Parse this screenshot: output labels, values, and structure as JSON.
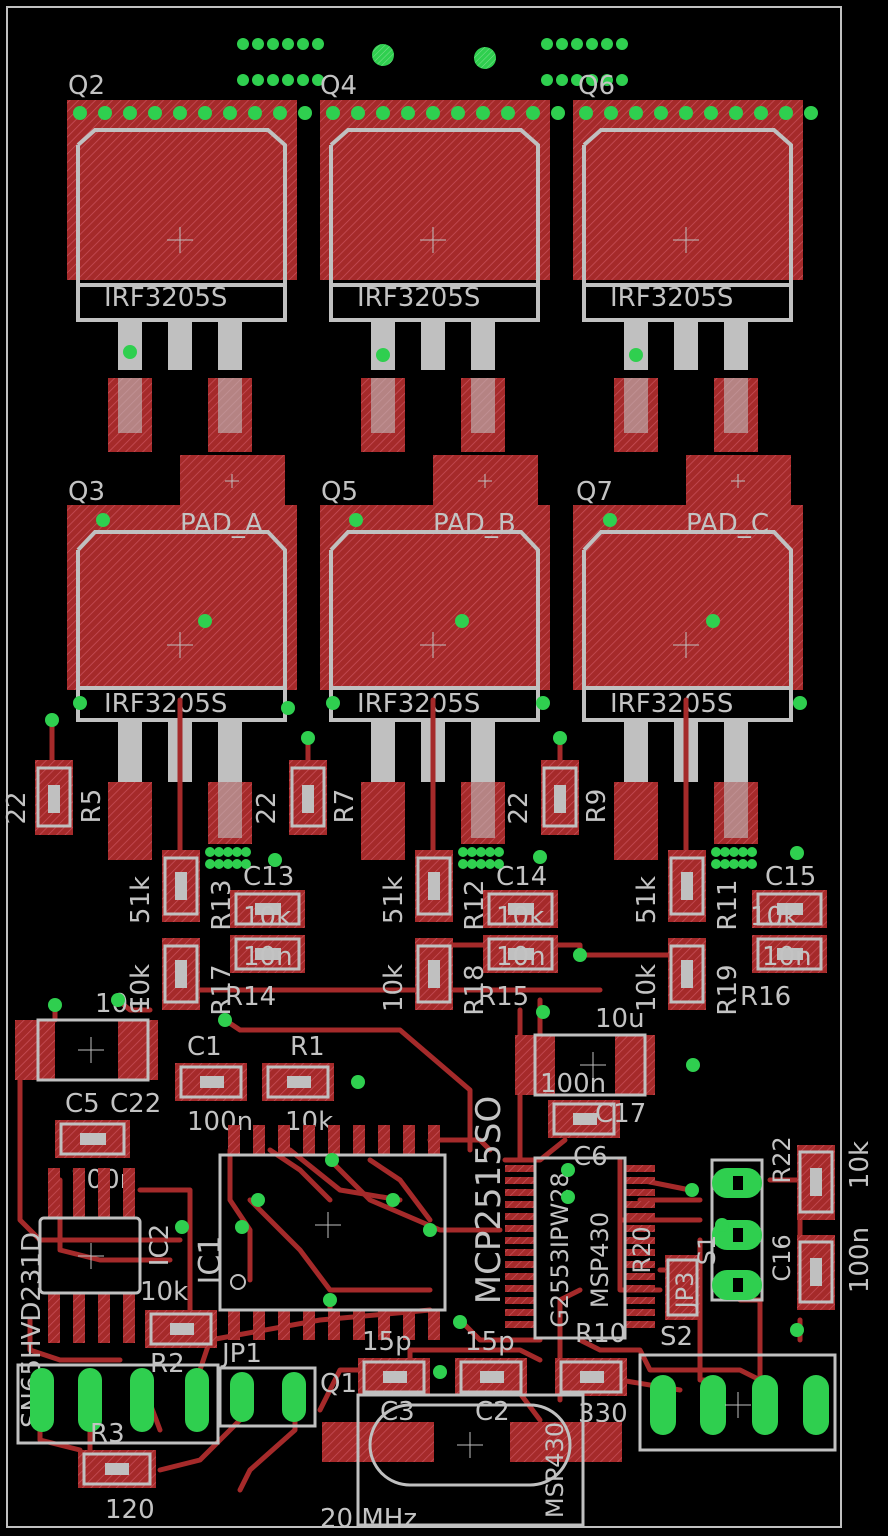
{
  "colors": {
    "background": "#000000",
    "copper": "#a52a2a",
    "copper_hatch": "#c8505a",
    "silkscreen": "#c3c3c3",
    "via": "#2fcf4f"
  },
  "components": {
    "mosfets_top": [
      {
        "ref": "Q2",
        "value": "IRF3205S"
      },
      {
        "ref": "Q4",
        "value": "IRF3205S"
      },
      {
        "ref": "Q6",
        "value": "IRF3205S"
      }
    ],
    "mosfets_bottom": [
      {
        "ref": "Q3",
        "value": "IRF3205S",
        "pad": "PAD_A"
      },
      {
        "ref": "Q5",
        "value": "IRF3205S",
        "pad": "PAD_B"
      },
      {
        "ref": "Q7",
        "value": "IRF3205S",
        "pad": "PAD_C"
      }
    ],
    "gate_resistors": [
      {
        "ref": "R5",
        "value": "22"
      },
      {
        "ref": "R7",
        "value": "22"
      },
      {
        "ref": "R9",
        "value": "22"
      }
    ],
    "divider_top": [
      {
        "ref": "R13",
        "value": "51k"
      },
      {
        "ref": "R12",
        "value": "51k"
      },
      {
        "ref": "R11",
        "value": "51k"
      }
    ],
    "divider_caps": [
      {
        "ref": "C13",
        "value": "10n",
        "r_ref": "R14",
        "r_value": "10k"
      },
      {
        "ref": "C14",
        "value": "10n",
        "r_ref": "R15",
        "r_value": "10k"
      },
      {
        "ref": "C15",
        "value": "10n",
        "r_ref": "R16",
        "r_value": "10k"
      }
    ],
    "divider_bottom": [
      {
        "ref": "R17",
        "value": "10k"
      },
      {
        "ref": "R18",
        "value": "10k"
      },
      {
        "ref": "R19",
        "value": "10k"
      }
    ],
    "misc": {
      "c_left_value": "10u",
      "c_right_value": "10u",
      "c1_ref": "C1",
      "c1_value": "100n",
      "r1_ref": "R1",
      "r1_value": "10k",
      "c5_ref": "C5",
      "c22_ref": "C22",
      "c5_value": "100n",
      "ic_can": "MCP2515SO",
      "ic1_ref": "IC1",
      "ic2_ref": "IC2",
      "r2_ref": "R2",
      "r2_value": "10k",
      "driver": "SN65HVD231D",
      "jp1_ref": "JP1",
      "r3_ref": "R3",
      "r3_value": "120",
      "c17_ref": "C17",
      "c17_value": "100n",
      "c6_ref": "C6",
      "msp_pkg": "G2553IPW28",
      "msp": "MSP430",
      "r20_ref": "R20",
      "jp3_ref": "JP3",
      "r10_ref": "R10",
      "r10_value": "330",
      "c3_ref": "C3",
      "c3_value": "15p",
      "c2_ref": "C2",
      "c2_value": "15p",
      "q1_ref": "Q1",
      "crystal": "20 MHz",
      "msp_bottom": "MSP430",
      "s1_ref": "S1",
      "s2_ref": "S2",
      "r22_ref": "R22",
      "r22_value": "10k",
      "c16_ref": "C16",
      "c16_value": "100n"
    }
  }
}
